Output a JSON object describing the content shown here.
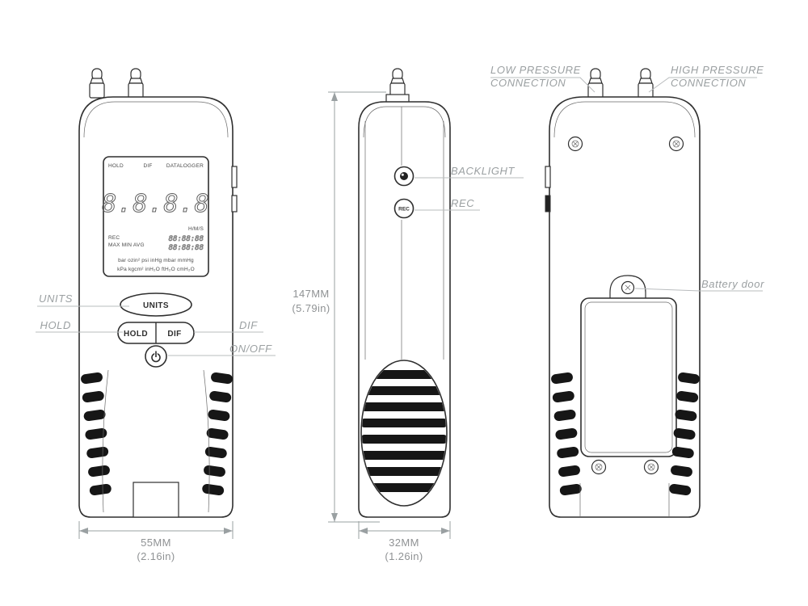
{
  "colors": {
    "outline": "#2f2f2f",
    "callout_gray": "#9ba0a2",
    "dimension_gray": "#8f9294",
    "rib_black": "#161616"
  },
  "callouts": {
    "units": "UNITS",
    "hold": "HOLD",
    "dif": "DIF",
    "on_off": "ON/OFF",
    "backlight": "BACKLIGHT",
    "rec": "REC",
    "low_pressure_line1": "LOW PRESSURE",
    "low_pressure_line2": "CONNECTION",
    "high_pressure_line1": "HIGH PRESSURE",
    "high_pressure_line2": "CONNECTION",
    "battery_door": "Battery door"
  },
  "dimensions": {
    "height_mm": "147MM",
    "height_in": "(5.79in)",
    "front_width_mm": "55MM",
    "front_width_in": "(2.16in)",
    "side_width_mm": "32MM",
    "side_width_in": "(1.26in)"
  },
  "lcd": {
    "hold": "HOLD",
    "dif": "DIF",
    "datalogger": "DATALOGGER",
    "digits": "8.8.8.8",
    "hms": "H/M/S",
    "rec": "REC",
    "max_min_avg": "MAX MIN AVG",
    "clock1": "88:88:88",
    "clock2": "88:88:88",
    "units_row1": "bar ozin² psi inHg mbar mmHg",
    "units_row2": "kPa kgcm² inH₂O ftH₂O cmH₂O"
  },
  "buttons": {
    "units": "UNITS",
    "hold": "HOLD",
    "dif": "DIF",
    "rec": "REC"
  }
}
